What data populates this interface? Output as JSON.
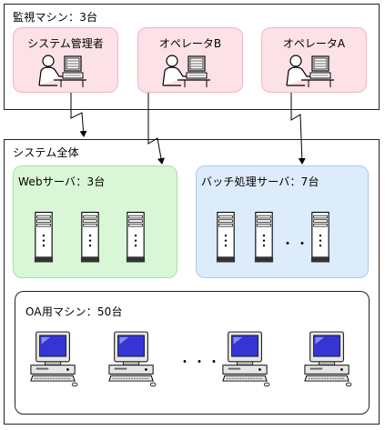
{
  "monitor_group": {
    "title": "監視マシン：3台",
    "terminals": [
      {
        "label": "システム管理者"
      },
      {
        "label": "オペレータB"
      },
      {
        "label": "オペレータA"
      }
    ]
  },
  "system_group": {
    "title": "システム全体",
    "web_servers": {
      "title": "Webサーバ：3台"
    },
    "batch_servers": {
      "title": "バッチ処理サーバ：7台",
      "ellipsis": "・・・"
    },
    "oa_machines": {
      "title": "OA用マシン：50台",
      "ellipsis": "・・・"
    }
  },
  "colors": {
    "monitor_panel": "#fce1e6",
    "web_panel": "#d9f7d6",
    "batch_panel": "#dcecfa",
    "screen": "#3535d6"
  }
}
